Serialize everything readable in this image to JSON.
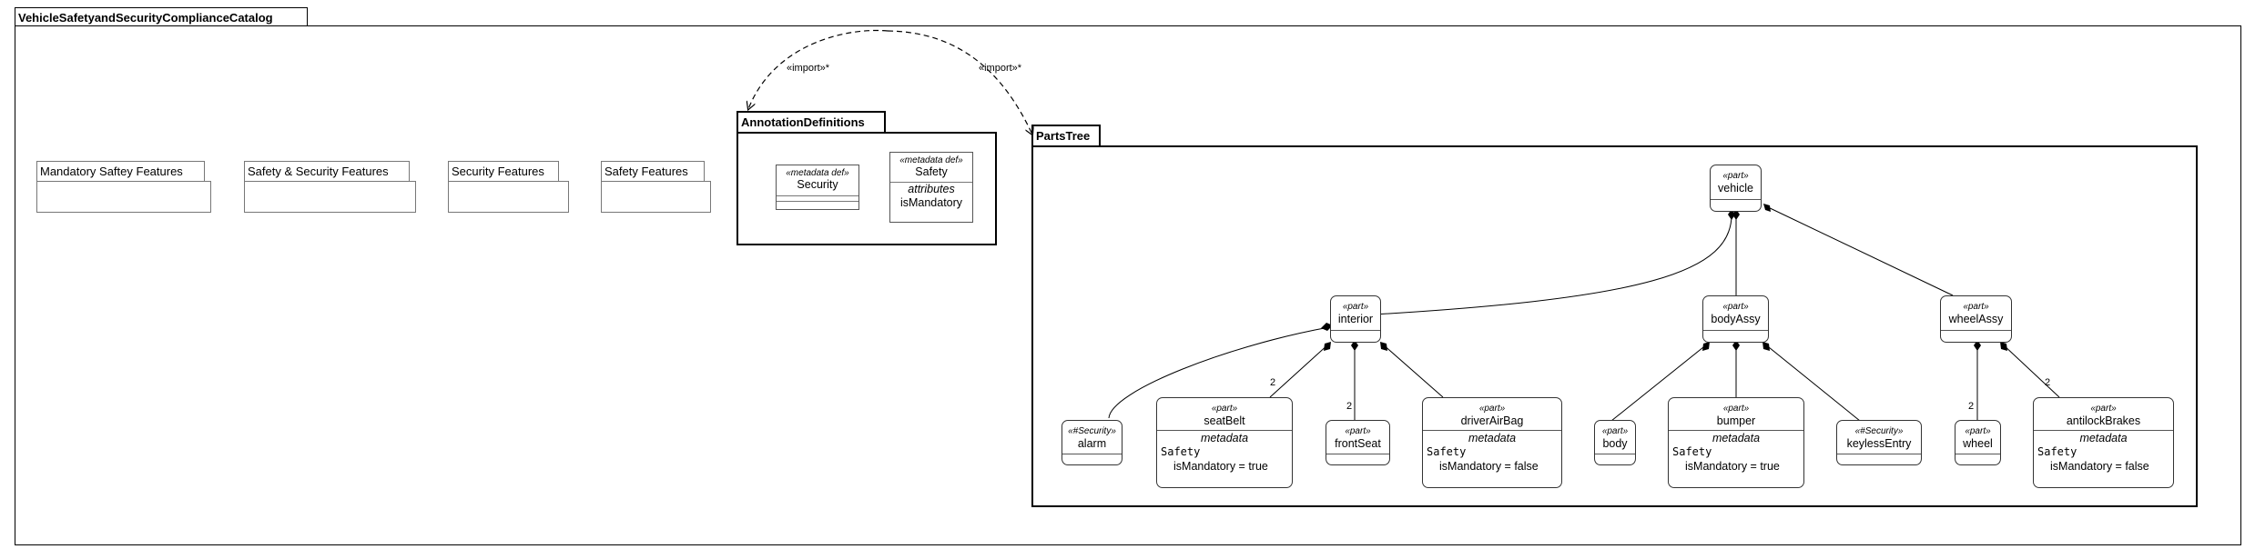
{
  "root": {
    "title": "VehicleSafetyandSecurityComplianceCatalog"
  },
  "packages": {
    "mandatory": "Mandatory Saftey Features",
    "safety_security": "Safety & Security Features",
    "security": "Security Features",
    "safety": "Safety Features"
  },
  "annotation": {
    "title": "AnnotationDefinitions",
    "security_def": {
      "stereotype": "«metadata def»",
      "name": "Security"
    },
    "safety_def": {
      "stereotype": "«metadata def»",
      "name": "Safety",
      "compartment": "attributes",
      "attr": "isMandatory"
    }
  },
  "imports": {
    "left": "«import»*",
    "right": "«import»*"
  },
  "parts_tree": {
    "title": "PartsTree",
    "vehicle": {
      "stereotype": "«part»",
      "name": "vehicle"
    },
    "interior": {
      "stereotype": "«part»",
      "name": "interior"
    },
    "bodyAssy": {
      "stereotype": "«part»",
      "name": "bodyAssy"
    },
    "wheelAssy": {
      "stereotype": "«part»",
      "name": "wheelAssy"
    },
    "alarm": {
      "stereotype": "«#Security»",
      "name": "alarm"
    },
    "seatBelt": {
      "stereotype": "«part»",
      "name": "seatBelt",
      "compartment": "metadata",
      "meta": "Safety",
      "attr": "isMandatory =  true"
    },
    "frontSeat": {
      "stereotype": "«part»",
      "name": "frontSeat"
    },
    "driverAirBag": {
      "stereotype": "«part»",
      "name": "driverAirBag",
      "compartment": "metadata",
      "meta": "Safety",
      "attr": "isMandatory =  false"
    },
    "body": {
      "stereotype": "«part»",
      "name": "body"
    },
    "bumper": {
      "stereotype": "«part»",
      "name": "bumper",
      "compartment": "metadata",
      "meta": "Safety",
      "attr": "isMandatory =  true"
    },
    "keylessEntry": {
      "stereotype": "«#Security»",
      "name": "keylessEntry"
    },
    "wheel": {
      "stereotype": "«part»",
      "name": "wheel"
    },
    "antilockBrakes": {
      "stereotype": "«part»",
      "name": "antilockBrakes",
      "compartment": "metadata",
      "meta": "Safety",
      "attr": "isMandatory =  false"
    },
    "multiplicities": {
      "seatBelt": "2",
      "frontSeat": "2",
      "wheel": "2",
      "antilockBrakes": "2"
    }
  }
}
